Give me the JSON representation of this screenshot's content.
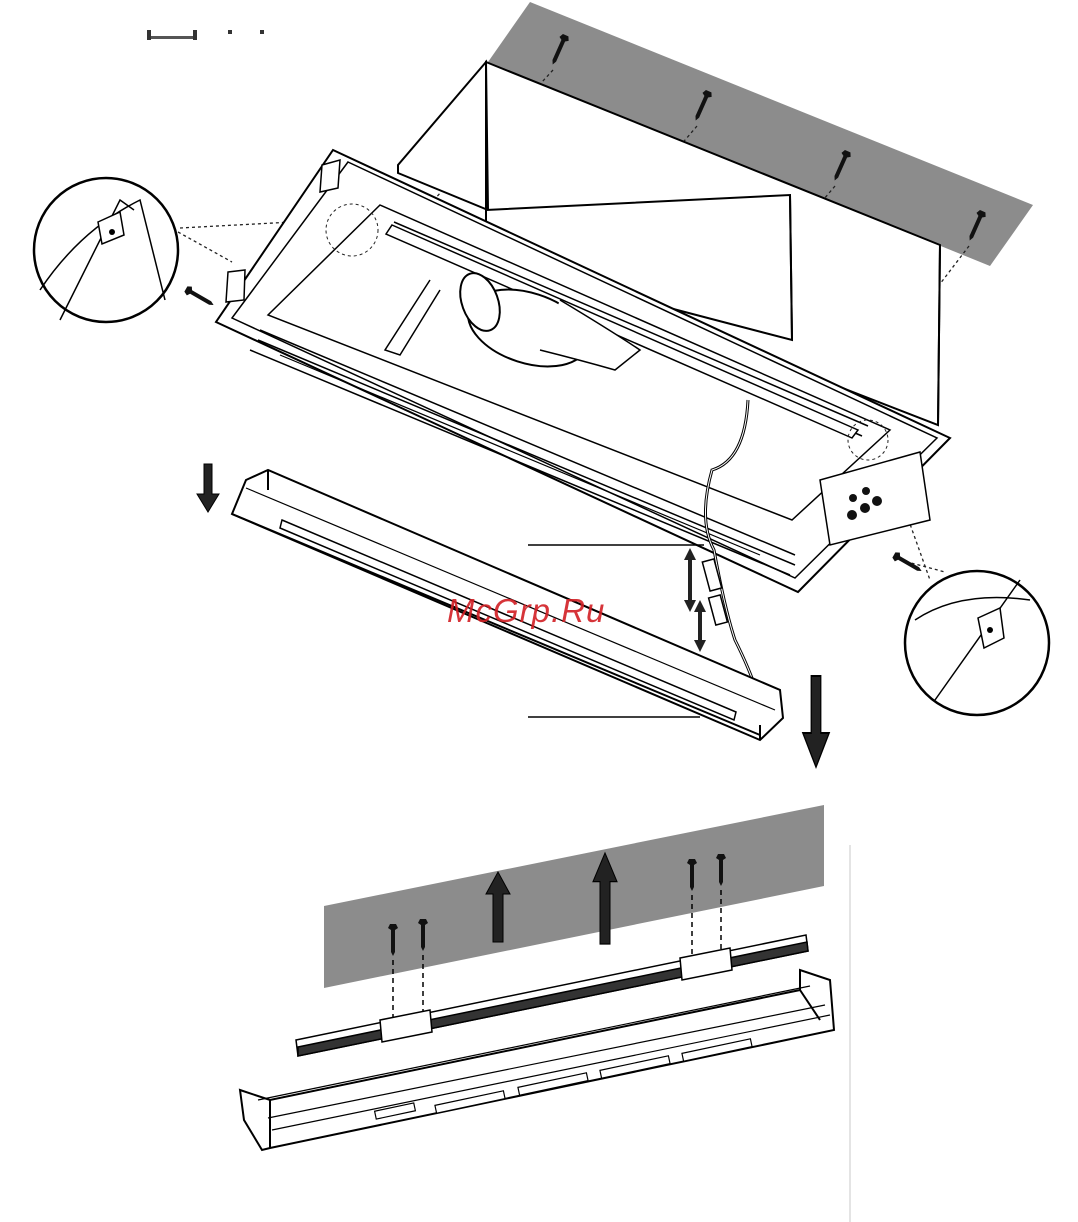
{
  "watermark": {
    "text": "McGrp.Ru"
  },
  "colors": {
    "wall": "#8c8c8c",
    "line": "#000000",
    "paper": "#ffffff",
    "watermark": "#d21f24"
  },
  "illustration": {
    "components": [
      "wall-panel-top",
      "hood-body",
      "motor-fan",
      "power-cord",
      "front-trim-bar",
      "screws",
      "detail-circles",
      "arrows",
      "mounting-rail",
      "filter-channel",
      "wall-panel-bottom"
    ]
  }
}
